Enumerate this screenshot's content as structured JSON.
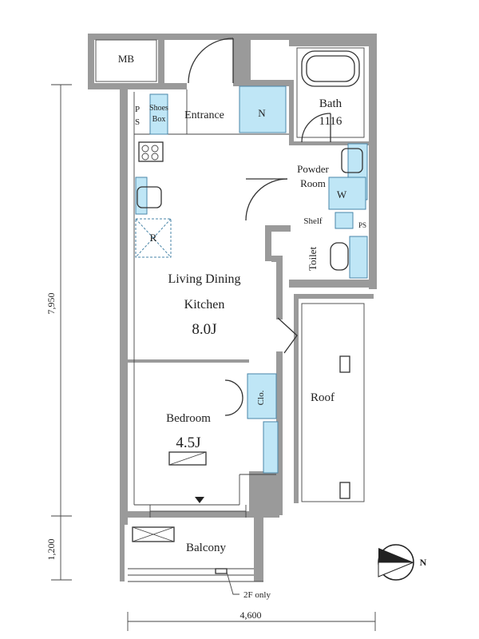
{
  "colors": {
    "wall": "#9a9a9a",
    "fixture": "#bfe6f6",
    "line": "#333333"
  },
  "rooms": {
    "mb": "MB",
    "ps_top": "P",
    "ps_bottom": "S",
    "shoes_top": "Shoes",
    "shoes_bottom": "Box",
    "entrance": "Entrance",
    "n": "N",
    "bath": "Bath",
    "bath_size": "1116",
    "powder_top": "Powder",
    "powder_bottom": "Room",
    "washer": "W",
    "shelf": "Shelf",
    "ps_small": "PS",
    "toilet": "Toilet",
    "ldk_line1": "Living Dining",
    "ldk_line2": "Kitchen",
    "ldk_size": "8.0J",
    "range": "R",
    "closet": "Clo.",
    "bedroom": "Bedroom",
    "bedroom_size": "4.5J",
    "roof": "Roof",
    "balcony": "Balcony",
    "note_2f": "2F only"
  },
  "dimensions": {
    "height_main": "7,950",
    "height_balcony": "1,200",
    "width": "4,600"
  },
  "compass": {
    "label": "N"
  }
}
